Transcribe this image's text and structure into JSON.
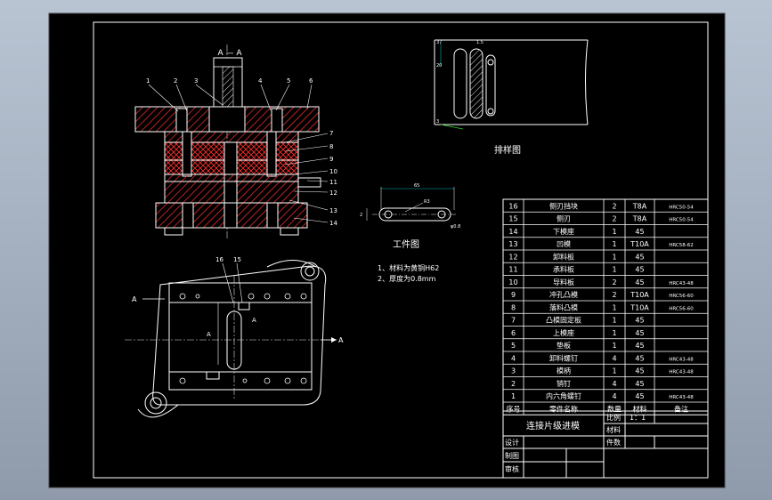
{
  "section_label": "A — A",
  "section_markers": {
    "left": "A",
    "right": "A",
    "upper_left": "A",
    "upper_right": "A"
  },
  "balloon_numbers_top": [
    "1",
    "2",
    "3",
    "4",
    "5",
    "6"
  ],
  "balloon_numbers_right": [
    "7",
    "8",
    "9",
    "10",
    "11",
    "12",
    "13",
    "14"
  ],
  "balloon_numbers_plan": [
    "16",
    "15"
  ],
  "strip_layout": {
    "title": "排样图",
    "dim_labels": [
      "37",
      "1.5",
      "20",
      "3"
    ]
  },
  "workpiece": {
    "title": "工件图",
    "dim_labels": [
      "65",
      "2",
      "R3",
      "φ0.8"
    ],
    "notes": [
      "1、材料为黄铜H62",
      "2、厚度为0.8mm"
    ]
  },
  "bom": {
    "rows": [
      {
        "no": "16",
        "name": "侧刃挡块",
        "qty": "2",
        "material": "T8A",
        "note": "HRC50-54"
      },
      {
        "no": "15",
        "name": "侧刃",
        "qty": "2",
        "material": "T8A",
        "note": "HRC50-54"
      },
      {
        "no": "14",
        "name": "下模座",
        "qty": "1",
        "material": "45",
        "note": ""
      },
      {
        "no": "13",
        "name": "凹模",
        "qty": "1",
        "material": "T10A",
        "note": "HRC58-62"
      },
      {
        "no": "12",
        "name": "卸料板",
        "qty": "1",
        "material": "45",
        "note": ""
      },
      {
        "no": "11",
        "name": "承料板",
        "qty": "1",
        "material": "45",
        "note": ""
      },
      {
        "no": "10",
        "name": "导料板",
        "qty": "2",
        "material": "45",
        "note": "HRC43-48"
      },
      {
        "no": "9",
        "name": "冲孔凸模",
        "qty": "2",
        "material": "T10A",
        "note": "HRC56-60"
      },
      {
        "no": "8",
        "name": "落料凸模",
        "qty": "1",
        "material": "T10A",
        "note": "HRC56-60"
      },
      {
        "no": "7",
        "name": "凸模固定板",
        "qty": "1",
        "material": "45",
        "note": ""
      },
      {
        "no": "6",
        "name": "上模座",
        "qty": "1",
        "material": "45",
        "note": ""
      },
      {
        "no": "5",
        "name": "垫板",
        "qty": "1",
        "material": "45",
        "note": ""
      },
      {
        "no": "4",
        "name": "卸料螺钉",
        "qty": "4",
        "material": "45",
        "note": "HRC43-48"
      },
      {
        "no": "3",
        "name": "模柄",
        "qty": "1",
        "material": "45",
        "note": "HRC43-48"
      },
      {
        "no": "2",
        "name": "销钉",
        "qty": "4",
        "material": "45",
        "note": ""
      },
      {
        "no": "1",
        "name": "内六角螺钉",
        "qty": "4",
        "material": "45",
        "note": "HRC43-48"
      }
    ],
    "header": {
      "no": "序号",
      "name": "零件名称",
      "qty": "数量",
      "material": "材料",
      "note": "备注"
    }
  },
  "title_block": {
    "drawing_title": "连接片级进模",
    "scale_label": "比例",
    "scale_value": "1：1",
    "material_label": "材料",
    "count_label": "件数",
    "design_label": "设计",
    "drafting_label": "制图",
    "review_label": "审核"
  },
  "colors": {
    "background": "#000000",
    "lines": "#ffffff",
    "hatch": "#ff3030",
    "teal": "#00b3b3",
    "green": "#30d030",
    "frame_outer": "#1a1a1a"
  }
}
